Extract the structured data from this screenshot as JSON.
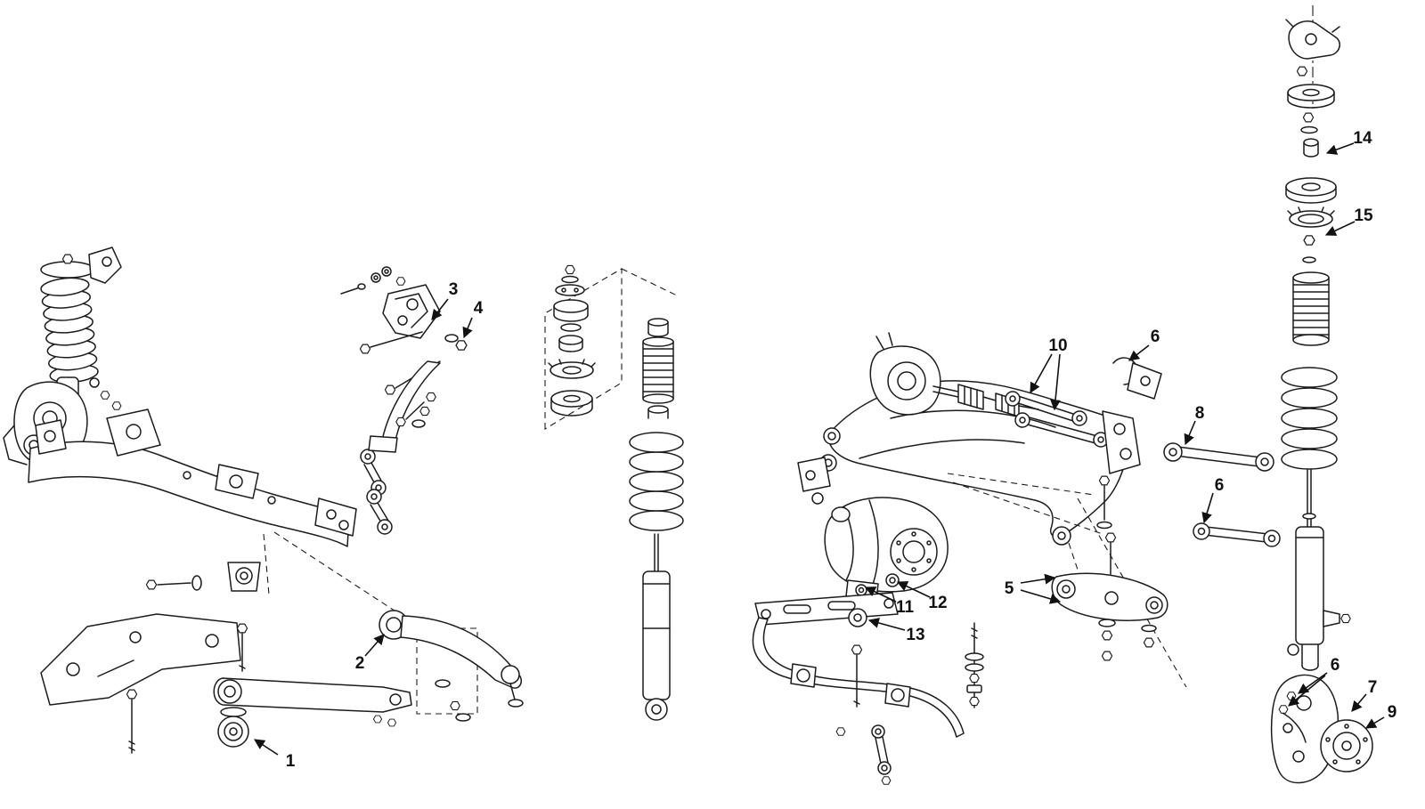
{
  "figure": {
    "type": "exploded-parts-diagram",
    "subject": "front-and-rear-suspension-exploded-view",
    "background_color": "#ffffff",
    "line_color": "#1c1c1c",
    "label_color": "#111111"
  },
  "callouts": [
    {
      "label": "1"
    },
    {
      "label": "2"
    },
    {
      "label": "3"
    },
    {
      "label": "4"
    },
    {
      "label": "5"
    },
    {
      "label": "6"
    },
    {
      "label": "6"
    },
    {
      "label": "6"
    },
    {
      "label": "7"
    },
    {
      "label": "8"
    },
    {
      "label": "9"
    },
    {
      "label": "10"
    },
    {
      "label": "11"
    },
    {
      "label": "12"
    },
    {
      "label": "13"
    },
    {
      "label": "14"
    },
    {
      "label": "15"
    }
  ]
}
